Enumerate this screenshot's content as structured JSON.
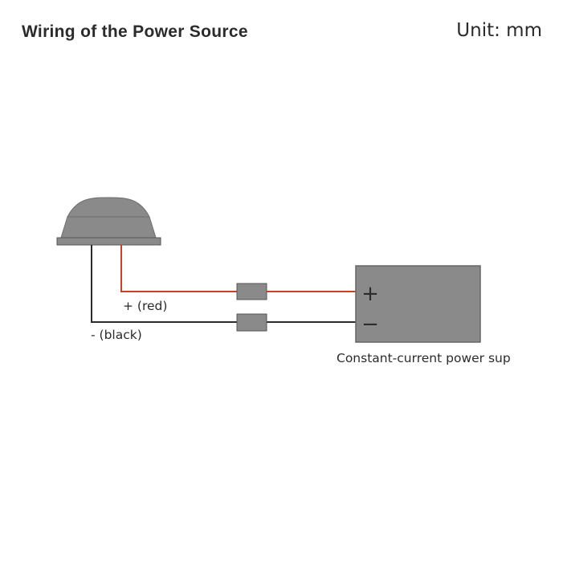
{
  "header": {
    "title": "Wiring of the Power Source",
    "unit": "Unit: mm"
  },
  "diagram": {
    "wire_positive_label": "+ (red)",
    "wire_negative_label": "- (black)",
    "terminal_positive": "+",
    "terminal_negative": "−",
    "power_supply_label": "Constant-current power sup"
  },
  "colors": {
    "device_fill": "#8a8a8a",
    "device_stroke": "#6d6d6d",
    "wire_red": "#d0401f",
    "wire_black": "#2b2b2b",
    "text": "#2b2b2b"
  }
}
